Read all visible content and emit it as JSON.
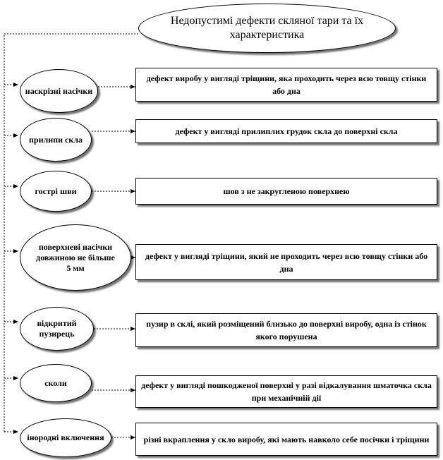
{
  "title": "Недопустимі дефекти скляної тари та їх характеристика",
  "items": [
    {
      "category": "наскрізні насічки",
      "description": "дефект виробу у вигляді тріщини, яка проходить через всю товщу стінки або дна"
    },
    {
      "category": "прилипи скла",
      "description": "дефект у вигляді прилиплих грудок скла до поверхні скла"
    },
    {
      "category": "гострі шви",
      "description": "шов з не закругленою поверхнею"
    },
    {
      "category": "поверхневі насічки довжиною не більше 5 мм",
      "description": "дефект у вигляді тріщини, який не проходить через всю товщу стінки або дна"
    },
    {
      "category": "відкритий пузирець",
      "description": "пузир в склі, який розміщений близько до поверхні виробу, одна із стінок якого порушена"
    },
    {
      "category": "сколи",
      "description": "дефект у вигляді пошкодженої поверхні у разі відкалування шматочка скла при механічній дії"
    },
    {
      "category": "інородні включення",
      "description": "різні вкраплення у скло виробу, які мають навколо себе посічки і тріщини"
    }
  ]
}
